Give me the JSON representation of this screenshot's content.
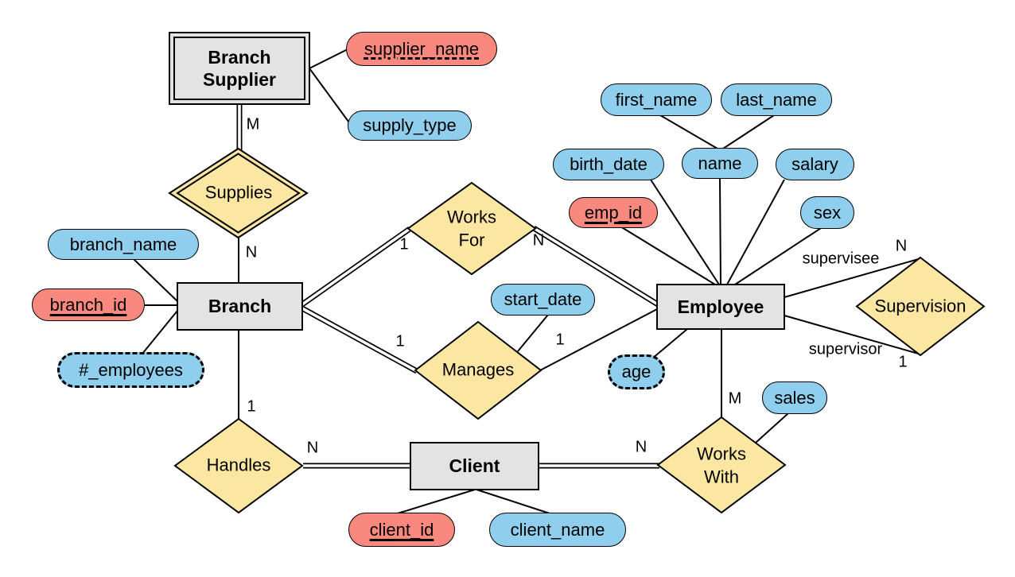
{
  "diagram": {
    "type": "er-diagram",
    "background": "#FFFFFF",
    "colors": {
      "entity_fill": "#E3E3E3",
      "attribute_fill": "#8FCEEC",
      "key_attribute_fill": "#F9897E",
      "relationship_fill": "#FBE7A1",
      "stroke": "#000000"
    }
  },
  "entities": {
    "branch_supplier": {
      "label": "Branch\nSupplier",
      "kind": "weak-entity"
    },
    "branch": {
      "label": "Branch",
      "kind": "entity"
    },
    "employee": {
      "label": "Employee",
      "kind": "entity"
    },
    "client": {
      "label": "Client",
      "kind": "entity"
    }
  },
  "relationships": {
    "supplies": {
      "label": "Supplies",
      "kind": "identifying-relationship"
    },
    "works_for": {
      "label": "Works\nFor",
      "kind": "relationship"
    },
    "manages": {
      "label": "Manages",
      "kind": "relationship"
    },
    "supervision": {
      "label": "Supervision",
      "kind": "relationship"
    },
    "handles": {
      "label": "Handles",
      "kind": "relationship"
    },
    "works_with": {
      "label": "Works\nWith",
      "kind": "relationship"
    }
  },
  "attributes": {
    "supplier_name": {
      "label": "supplier_name",
      "kind": "partial-key"
    },
    "supply_type": {
      "label": "supply_type",
      "kind": "attribute"
    },
    "branch_name": {
      "label": "branch_name",
      "kind": "attribute"
    },
    "branch_id": {
      "label": "branch_id",
      "kind": "key"
    },
    "num_employees": {
      "label": "#_employees",
      "kind": "derived"
    },
    "first_name": {
      "label": "first_name",
      "kind": "attribute"
    },
    "last_name": {
      "label": "last_name",
      "kind": "attribute"
    },
    "name": {
      "label": "name",
      "kind": "composite"
    },
    "birth_date": {
      "label": "birth_date",
      "kind": "attribute"
    },
    "salary": {
      "label": "salary",
      "kind": "attribute"
    },
    "sex": {
      "label": "sex",
      "kind": "attribute"
    },
    "emp_id": {
      "label": "emp_id",
      "kind": "key"
    },
    "age": {
      "label": "age",
      "kind": "derived"
    },
    "start_date": {
      "label": "start_date",
      "kind": "attribute"
    },
    "sales": {
      "label": "sales",
      "kind": "attribute"
    },
    "client_id": {
      "label": "client_id",
      "kind": "key"
    },
    "client_name": {
      "label": "client_name",
      "kind": "attribute"
    }
  },
  "cardinalities": {
    "bs_supplies": "M",
    "supplies_branch": "N",
    "branch_works_for": "1",
    "works_for_employee": "N",
    "branch_manages": "1",
    "manages_employee": "1",
    "supervision_supervisee": "N",
    "supervision_supervisor": "1",
    "employee_works_with": "M",
    "client_works_with": "N",
    "branch_handles": "1",
    "handles_client": "N"
  },
  "roles": {
    "supervisee": "supervisee",
    "supervisor": "supervisor"
  }
}
